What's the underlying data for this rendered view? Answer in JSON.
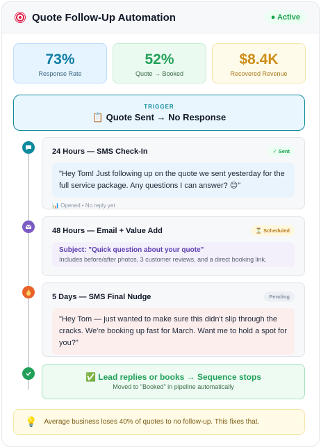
{
  "header": {
    "icon": "target-icon",
    "title": "Quote Follow-Up Automation",
    "status": "● Active"
  },
  "stats": [
    {
      "value": "73%",
      "label": "Response Rate"
    },
    {
      "value": "52%",
      "label": "Quote → Booked"
    },
    {
      "value": "$8.4K",
      "label": "Recovered Revenue"
    }
  ],
  "trigger": {
    "label": "TRIGGER",
    "text": "📋 Quote Sent → No Response"
  },
  "steps": [
    {
      "icon": "chat-bubble-icon",
      "title": "24 Hours — SMS Check-In",
      "badge": "✓ Sent",
      "message": "\"Hey Tom! Just following up on the quote we sent yesterday for the full service package. Any questions I can answer? 😊\"",
      "meta": "📊 Opened • No reply yet"
    },
    {
      "icon": "email-icon",
      "title": "48 Hours — Email + Value Add",
      "badge": "⏳ Scheduled",
      "subject": "Subject: \"Quick question about your quote\"",
      "description": "Includes before/after photos, 3 customer reviews, and a direct booking link."
    },
    {
      "icon": "fire-icon",
      "title": "5 Days — SMS Final Nudge",
      "badge": "Pending",
      "message": "\"Hey Tom — just wanted to make sure this didn't slip through the cracks. We're booking up fast for March. Want me to hold a spot for you?\""
    }
  ],
  "stop": {
    "icon": "check-icon",
    "title": "✅ Lead replies or books → Sequence stops",
    "subtitle": "Moved to \"Booked\" in pipeline automatically"
  },
  "tip": {
    "icon": "lightbulb-icon",
    "text": "Average business loses 40% of quotes to no follow-up. This fixes that."
  }
}
